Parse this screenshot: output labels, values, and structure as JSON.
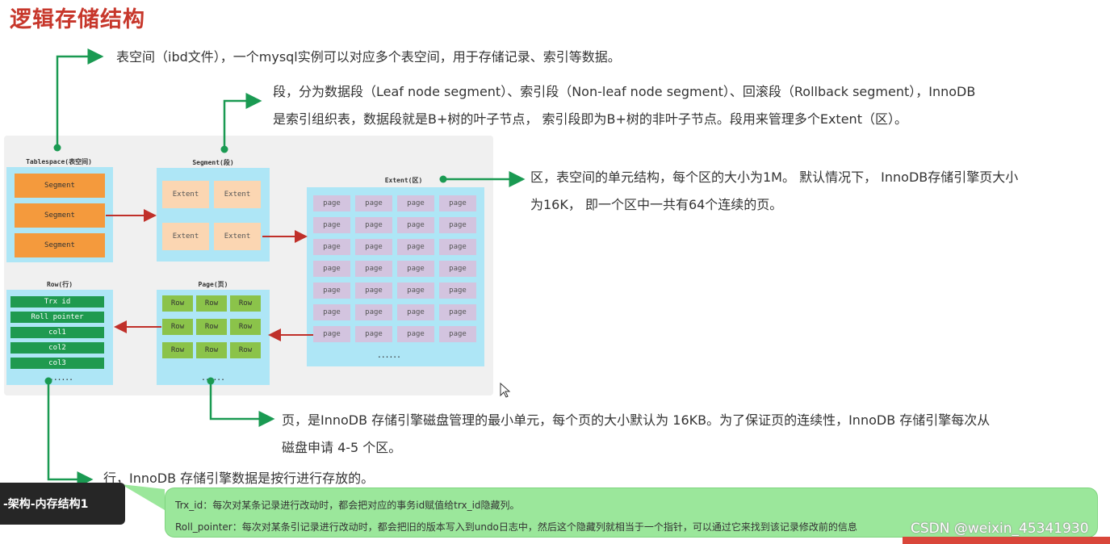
{
  "title": "逻辑存储结构",
  "descriptions": {
    "tablespace": "表空间（ibd文件），一个mysql实例可以对应多个表空间，用于存储记录、索引等数据。",
    "segment_line1": "段，分为数据段（Leaf node segment）、索引段（Non-leaf node segment）、回滚段（Rollback segment），InnoDB",
    "segment_line2": "是索引组织表，数据段就是B+树的叶子节点， 索引段即为B+树的非叶子节点。段用来管理多个Extent（区）。",
    "extent_line1": "区，表空间的单元结构，每个区的大小为1M。 默认情况下， InnoDB存储引擎页大小",
    "extent_line2": "为16K， 即一个区中一共有64个连续的页。",
    "page_line1": "页，是InnoDB 存储引擎磁盘管理的最小单元，每个页的大小默认为 16KB。为了保证页的连续性，InnoDB 存储引擎每次从",
    "page_line2": "磁盘申请 4-5 个区。",
    "row": "行，InnoDB 存储引擎数据是按行进行存放的。"
  },
  "diagram": {
    "tablespace_label": "Tablespace(表空间)",
    "segment_label": "Segment(段)",
    "extent_label": "Extent(区)",
    "page_label": "Page(页)",
    "row_label": "Row(行)",
    "segments": [
      "Segment",
      "Segment",
      "Segment"
    ],
    "extents": [
      "Extent",
      "Extent",
      "Extent",
      "Extent"
    ],
    "page_cell": "page",
    "page_grid_rows": 7,
    "page_grid_cols": 4,
    "page_more": "......",
    "row_cell": "Row",
    "row_grid_rows": 3,
    "row_grid_cols": 3,
    "row_more": "......",
    "row_fields": [
      "Trx id",
      "Roll pointer",
      "col1",
      "col2",
      "col3"
    ],
    "row_fields_more": "......"
  },
  "colors": {
    "title": "#c7372b",
    "connector": "#1a9a52",
    "arrow": "#c0302a",
    "segment": "#f49a3d",
    "extent": "#fbd6b2",
    "page": "#d3c4df",
    "page_row": "#8bc34a",
    "row_field": "#1f9a4f",
    "container": "#aee6f6",
    "tooltip": "#9be79b"
  },
  "tooltip": {
    "line1": "Trx_id：每次对某条记录进行改动时，都会把对应的事务id赋值给trx_id隐藏列。",
    "line2": "Roll_pointer：每次对某条引记录进行改动时，都会把旧的版本写入到undo日志中，然后这个隐藏列就相当于一个指针，可以通过它来找到该记录修改前的信息"
  },
  "dark_tooltip": "-架构-内存结构1",
  "watermark": "CSDN @weixin_45341930"
}
